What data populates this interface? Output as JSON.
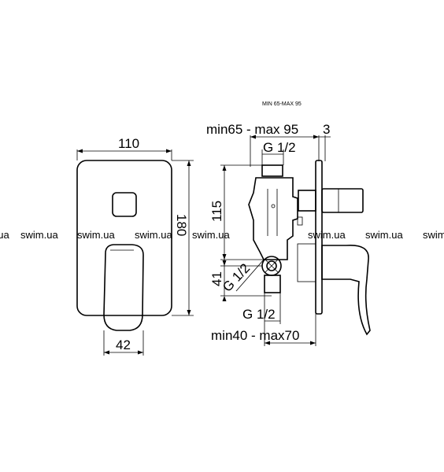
{
  "watermark": {
    "items": [
      "swim.ua",
      "swim.ua",
      "swim.ua",
      "swim.ua",
      "swim.ua",
      "swim.ua",
      "swim.ua",
      "swim.ua"
    ]
  },
  "header_note": "MIN 65-MAX 95",
  "front_view": {
    "width_label": "110",
    "height_label": "180",
    "lever_width_label": "42"
  },
  "side_view": {
    "depth_range_label": "min65 - max 95",
    "plate_label": "3",
    "top_thread_label": "G 1/2",
    "upper_height_label": "115",
    "lower_height_label": "41",
    "side_thread_label": "G 1/2",
    "bottom_thread_label": "G 1/2",
    "install_range_label": "min40 - max70"
  },
  "colors": {
    "line": "#000000",
    "background": "#ffffff"
  }
}
